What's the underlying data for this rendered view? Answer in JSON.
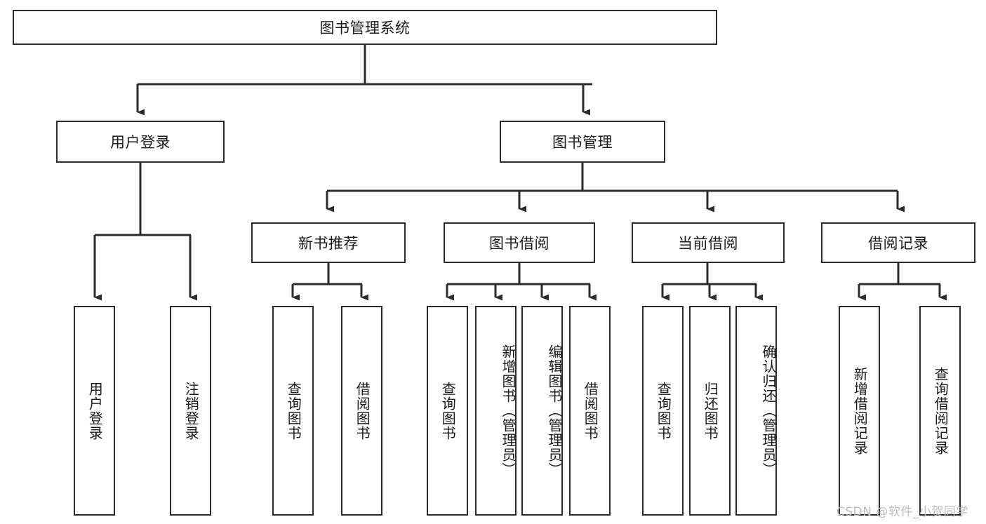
{
  "diagram": {
    "type": "hierarchy-tree",
    "title": "图书管理系统",
    "root": {
      "label": "图书管理系统"
    },
    "level2": [
      {
        "label": "用户登录"
      },
      {
        "label": "图书管理"
      }
    ],
    "level3": [
      {
        "label": "新书推荐"
      },
      {
        "label": "图书借阅"
      },
      {
        "label": "当前借阅"
      },
      {
        "label": "借阅记录"
      }
    ],
    "leaves": {
      "user_login": [
        {
          "label": "用户登录"
        },
        {
          "label": "注销登录"
        }
      ],
      "new_book_recommend": [
        {
          "label": "查询图书"
        },
        {
          "label": "借阅图书"
        }
      ],
      "book_borrow": [
        {
          "label": "查询图书"
        },
        {
          "label": "新增图书（管理员）"
        },
        {
          "label": "编辑图书（管理员）"
        },
        {
          "label": "借阅图书"
        }
      ],
      "current_borrow": [
        {
          "label": "查询图书"
        },
        {
          "label": "归还图书"
        },
        {
          "label": "确认归还（管理员）"
        }
      ],
      "borrow_record": [
        {
          "label": "新增借阅记录"
        },
        {
          "label": "查询借阅记录"
        }
      ]
    }
  },
  "watermark": {
    "text": "CSDN @软件_小贺同学"
  },
  "colors": {
    "stroke": "#2b2b2b",
    "fill": "#ffffff",
    "text": "#1a1a1a",
    "watermark": "#bdbdbd"
  }
}
